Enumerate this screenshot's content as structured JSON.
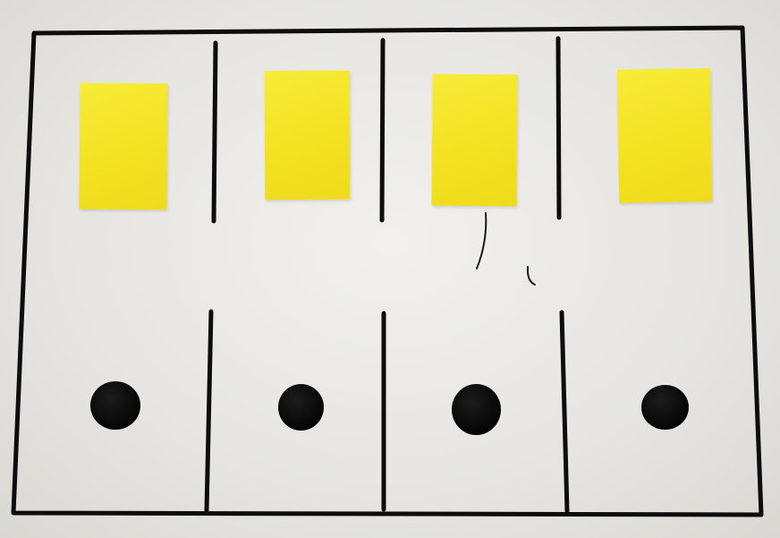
{
  "scene": {
    "paper_color": "#eeede9",
    "line_color": "#0d0d0d",
    "card_color": "#f4e423",
    "dot_color": "#0b0b0b",
    "upper_row": {
      "object": "yellow-rectangle",
      "count": 4
    },
    "lower_row": {
      "object": "black-dot",
      "count": 4
    }
  }
}
